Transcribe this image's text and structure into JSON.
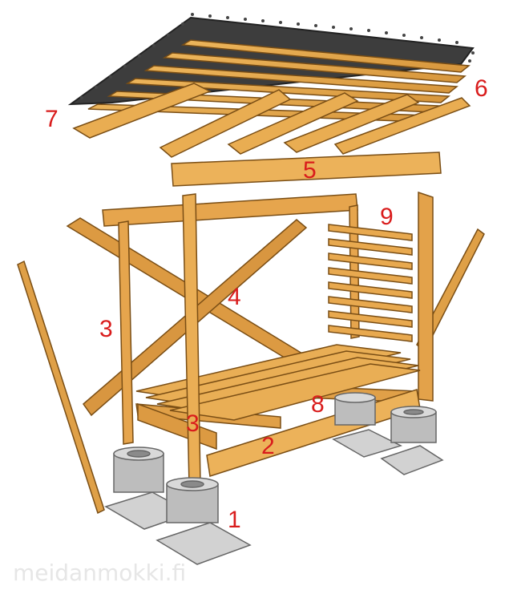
{
  "diagram": {
    "part_labels": [
      "1",
      "2",
      "3",
      "3",
      "4",
      "5",
      "6",
      "7",
      "8",
      "9"
    ],
    "watermark": "meidanmokki.fi",
    "colors": {
      "label": "#d91c1c",
      "wood": "#e3a54a",
      "wood_dark": "#b67a2c",
      "roofing": "#3d3d3d",
      "concrete": "#c9c9c9"
    }
  }
}
